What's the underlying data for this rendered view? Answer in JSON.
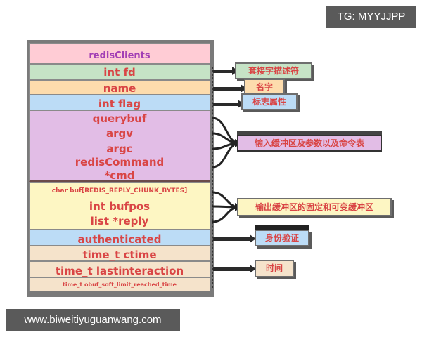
{
  "watermark_top": "TG: MYYJJPP",
  "watermark_bottom": "www.biweitiyuguanwang.com",
  "struct": {
    "title": "redisClients",
    "rows": [
      {
        "text": "int fd",
        "color": "#c6e3c6"
      },
      {
        "text": "name",
        "color": "#fddcad"
      },
      {
        "text": "int flag",
        "color": "#bcdcf6"
      }
    ],
    "input_group": [
      "querybuf",
      "argv",
      "argc",
      "redisCommand",
      "*cmd"
    ],
    "output_group": [
      "char buf[REDIS_REPLY_CHUNK_BYTES]",
      "int bufpos",
      "list *reply"
    ],
    "auth": "authenticated",
    "time_rows": [
      "time_t ctime",
      "time_t lastinteraction",
      "time_t  obuf_soft_limit_reached_time"
    ]
  },
  "annotations": {
    "fd": "套接字描述符",
    "name": "名字",
    "flag": "标志属性",
    "input": "输入缓冲区及参数以及命令表",
    "output": "输出缓冲区的固定和可变缓冲区",
    "auth": "身份验证",
    "time": "时间"
  }
}
